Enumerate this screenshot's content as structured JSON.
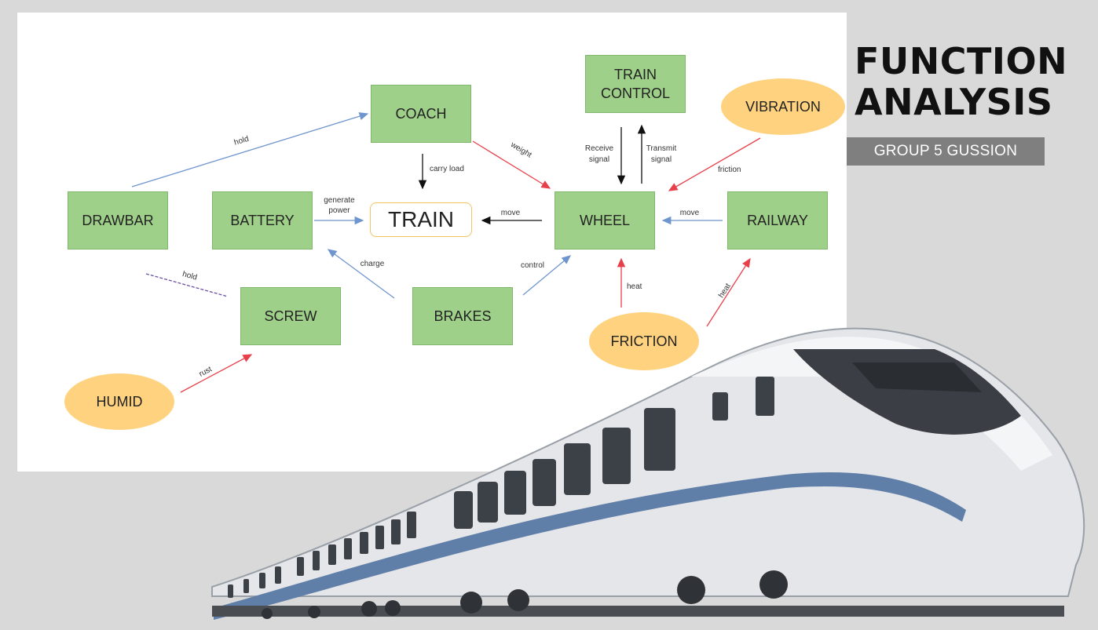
{
  "title": {
    "line1": "FUNCTION",
    "line2": "ANALYSIS"
  },
  "subtitle": "GROUP 5 GUSSION",
  "nodes": {
    "coach": "COACH",
    "train_control": "TRAIN\nCONTROL",
    "vibration": "VIBRATION",
    "drawbar": "DRAWBAR",
    "battery": "BATTERY",
    "train": "TRAIN",
    "wheel": "WHEEL",
    "railway": "RAILWAY",
    "screw": "SCREW",
    "brakes": "BRAKES",
    "friction": "FRICTION",
    "humid": "HUMID"
  },
  "edges": {
    "hold_drawbar_coach": "hold",
    "carry_load": "carry load",
    "weight": "weight",
    "receive_signal_1": "Receive",
    "receive_signal_2": "signal",
    "transmit_signal_1": "Transmit",
    "transmit_signal_2": "signal",
    "friction_vibration": "friction",
    "generate_power_1": "generate",
    "generate_power_2": "power",
    "move_wheel_train": "move",
    "move_railway_wheel": "move",
    "charge": "charge",
    "control": "control",
    "hold_screw_drawbar": "hold",
    "heat_wheel": "heat",
    "heat_railway": "heat",
    "rust": "rust"
  },
  "colors": {
    "box": "#9fd08a",
    "oval": "#ffd27f",
    "blue_arrow": "#6f95cf",
    "red_arrow": "#e8404a",
    "black_arrow": "#111111",
    "purple_dash": "#6a4fa0"
  }
}
